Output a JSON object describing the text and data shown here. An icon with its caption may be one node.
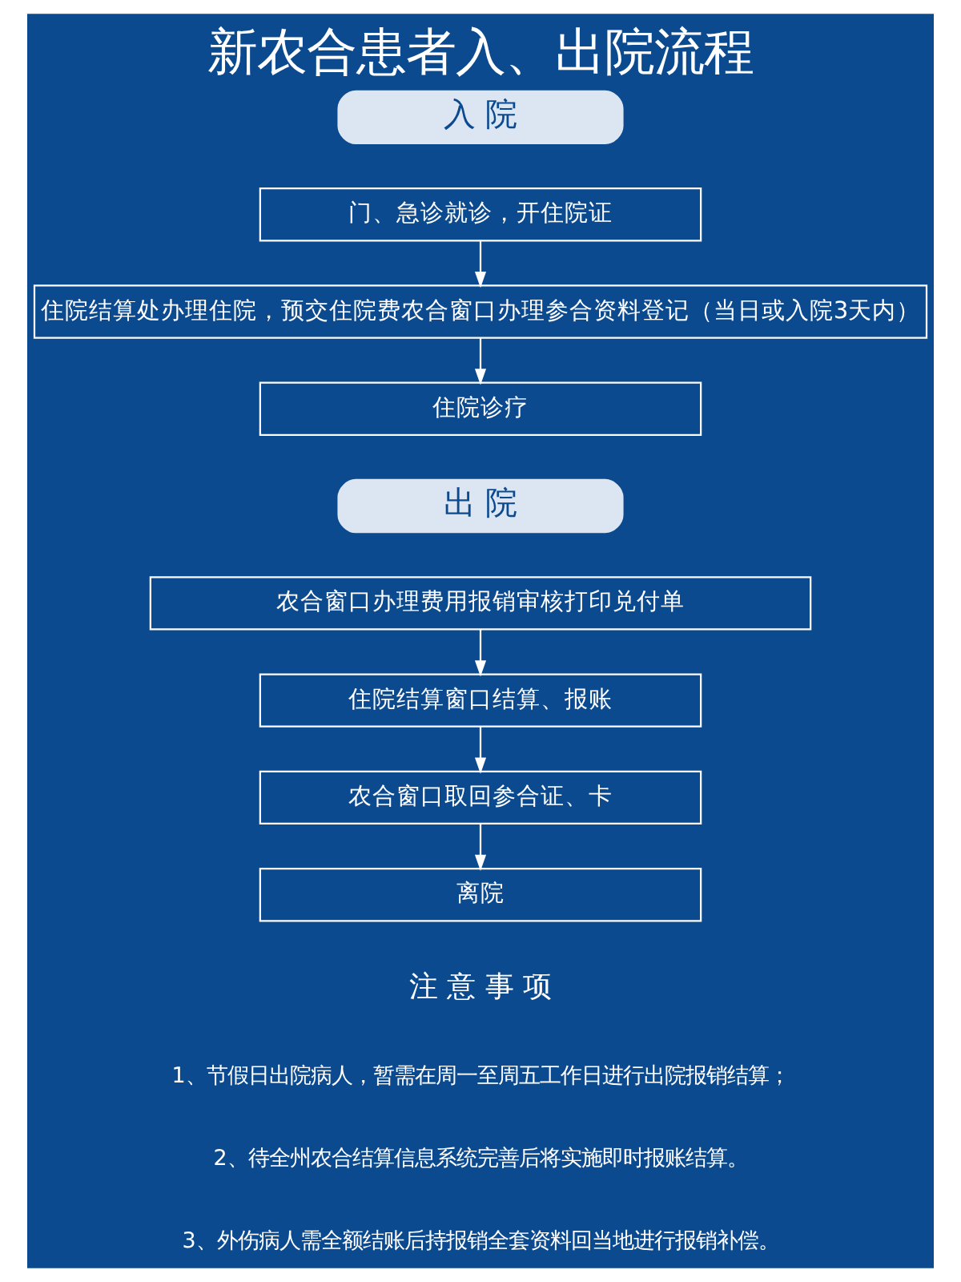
{
  "diagram": {
    "title": "新农合患者入、出院流程",
    "nodes": [
      {
        "text": [
          "入 院"
        ]
      },
      {
        "text": [
          "门、急诊就诊，开住院证"
        ]
      },
      {
        "text": [
          "住院结算处办理住院，预交住院费农合窗口办理参合资料登记（当日或入院3天内）"
        ]
      },
      {
        "text": [
          "住院诊疗"
        ]
      },
      {
        "text": [
          "出 院"
        ]
      },
      {
        "text": [
          "农合窗口办理费用报销审核打印兑付单"
        ]
      },
      {
        "text": [
          "住院结算窗口结算、报账"
        ]
      },
      {
        "text": [
          "农合窗口取回参合证、卡"
        ]
      },
      {
        "text": [
          "离院"
        ]
      }
    ],
    "edges": [
      {
        "from": 1,
        "to": 2,
        "arrow": "to"
      },
      {
        "from": 2,
        "to": 3,
        "arrow": "to"
      },
      {
        "from": 5,
        "to": 6,
        "arrow": "to"
      },
      {
        "from": 6,
        "to": 7,
        "arrow": "to"
      },
      {
        "from": 7,
        "to": 8,
        "arrow": "to"
      }
    ],
    "labels": [
      "注 意 事 项",
      "1、节假日出院病人，暂需在周一至周五工作日进行出院报销结算；",
      "2、待全州农合结算信息系统完善后将实施即时报账结算。",
      "3、外伤病人需全额结账后持报销全套资料回当地进行报销补偿。"
    ]
  }
}
